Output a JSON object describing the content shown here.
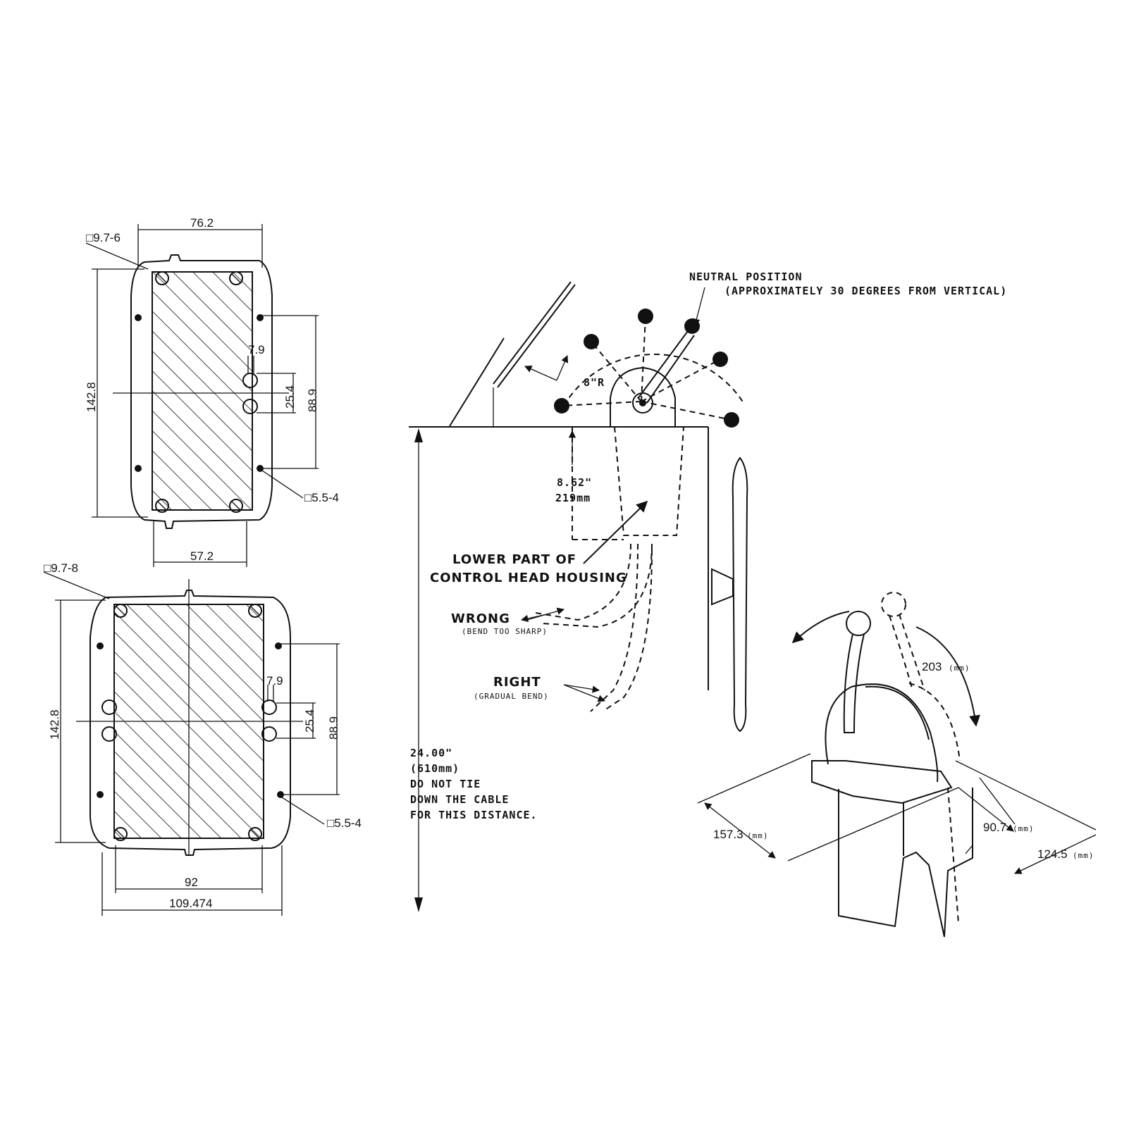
{
  "top_plate": {
    "width_top": "76.2",
    "width_bottom": "57.2",
    "height": "142.8",
    "hole_spacing": "88.9",
    "slot_spacing": "25.4",
    "slot_width": "7.9",
    "label_bolt": "□9.7-6",
    "label_hole": "□5.5-4"
  },
  "bottom_plate": {
    "width_inner": "92",
    "width_outer": "109.474",
    "height": "142.8",
    "hole_spacing": "88.9",
    "slot_spacing": "25.4",
    "slot_width": "7.9",
    "label_bolt": "□9.7-8",
    "label_hole": "□5.5-4"
  },
  "install": {
    "neutral_line1": "NEUTRAL POSITION",
    "neutral_line2": "(APPROXIMATELY 30 DEGREES FROM VERTICAL)",
    "radius": "8\"R",
    "depth_in": "8.62\"",
    "depth_mm": "219mm",
    "lower_part_1": "LOWER PART OF",
    "lower_part_2": "CONTROL HEAD HOUSING",
    "wrong": "WRONG",
    "wrong_note": "(BEND TOO SHARP)",
    "right": "RIGHT",
    "right_note": "(GRADUAL BEND)",
    "dist_in": "24.00\"",
    "dist_mm": "(610mm)",
    "note1": "DO NOT TIE",
    "note2": "DOWN THE CABLE",
    "note3": "FOR THIS DISTANCE."
  },
  "iso": {
    "arc": "203",
    "width": "157.3",
    "depth": "90.7",
    "height": "124.5",
    "unit": "(mm)"
  }
}
